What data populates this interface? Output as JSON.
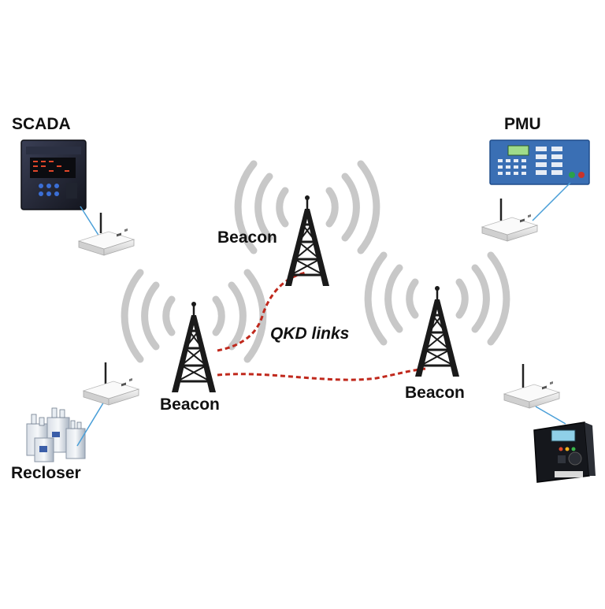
{
  "labels": {
    "scada": "SCADA",
    "pmu": "PMU",
    "recloser": "Recloser",
    "beacon_top": "Beacon",
    "beacon_left": "Beacon",
    "beacon_right": "Beacon",
    "qkd_links": "QKD links"
  },
  "colors": {
    "qkd_link": "#c0281c",
    "device_link": "#4a9fd8",
    "radio_wave": "#c8c8c8",
    "tower": "#1a1a1a"
  },
  "icons": {
    "tower": "radio-tower-icon",
    "radio": "wireless-radio-icon",
    "scada_device": "protection-relay-icon",
    "pmu_device": "pmu-panel-icon",
    "recloser_device": "capacitor-bank-icon",
    "relay_device": "relay-controller-icon"
  }
}
